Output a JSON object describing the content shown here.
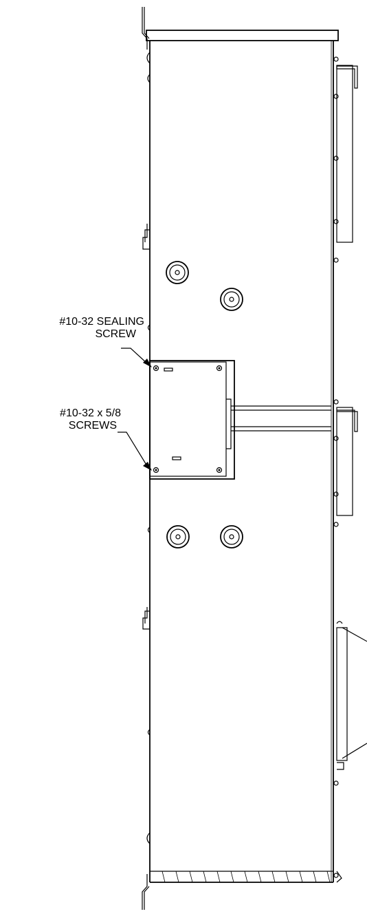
{
  "callouts": {
    "sealing_screw": {
      "line1": "#10-32 SEALING",
      "line2": "SCREW"
    },
    "screws": {
      "line1": "#10-32 x 5/8",
      "line2": "SCREWS"
    }
  },
  "colors": {
    "line": "#000000",
    "background": "#ffffff"
  }
}
